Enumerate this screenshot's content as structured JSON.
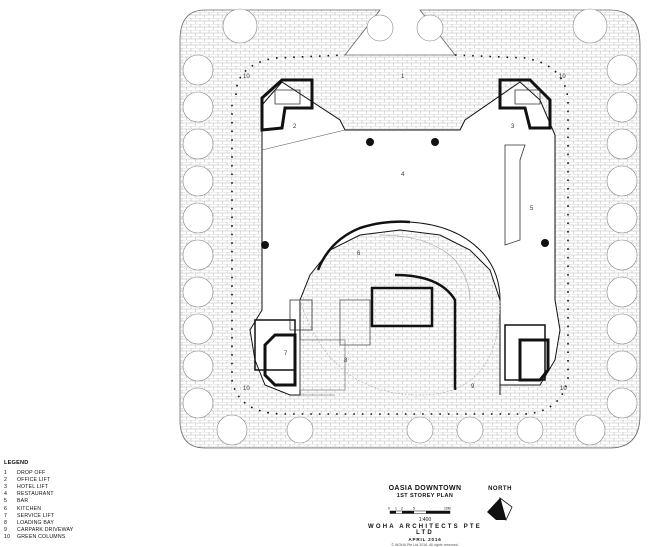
{
  "plan": {
    "room_labels": [
      "1",
      "2",
      "3",
      "4",
      "5",
      "6",
      "7",
      "8",
      "9",
      "10",
      "10",
      "10",
      "10"
    ]
  },
  "legend": {
    "title": "LEGEND",
    "items": [
      {
        "num": "1",
        "label": "DROP OFF"
      },
      {
        "num": "2",
        "label": "OFFICE LIFT"
      },
      {
        "num": "3",
        "label": "HOTEL LIFT"
      },
      {
        "num": "4",
        "label": "RESTAURANT"
      },
      {
        "num": "5",
        "label": "BAR"
      },
      {
        "num": "6",
        "label": "KITCHEN"
      },
      {
        "num": "7",
        "label": "SERVICE LIFT"
      },
      {
        "num": "8",
        "label": "LOADING BAY"
      },
      {
        "num": "9",
        "label": "CARPARK DRIVEWAY"
      },
      {
        "num": "10",
        "label": "GREEN COLUMNS"
      }
    ]
  },
  "title_block": {
    "project": "OASIA DOWNTOWN",
    "drawing": "1ST STOREY PLAN",
    "scale_ticks": [
      "0",
      "1",
      "2",
      "5",
      "",
      "10M"
    ],
    "scale": "1:400",
    "firm": "WOHA ARCHITECTS PTE LTD",
    "date": "APRIL 2016",
    "copyright": "© WOHA Pte Ltd 2016. All rights reserved."
  },
  "north": {
    "label": "NORTH"
  }
}
